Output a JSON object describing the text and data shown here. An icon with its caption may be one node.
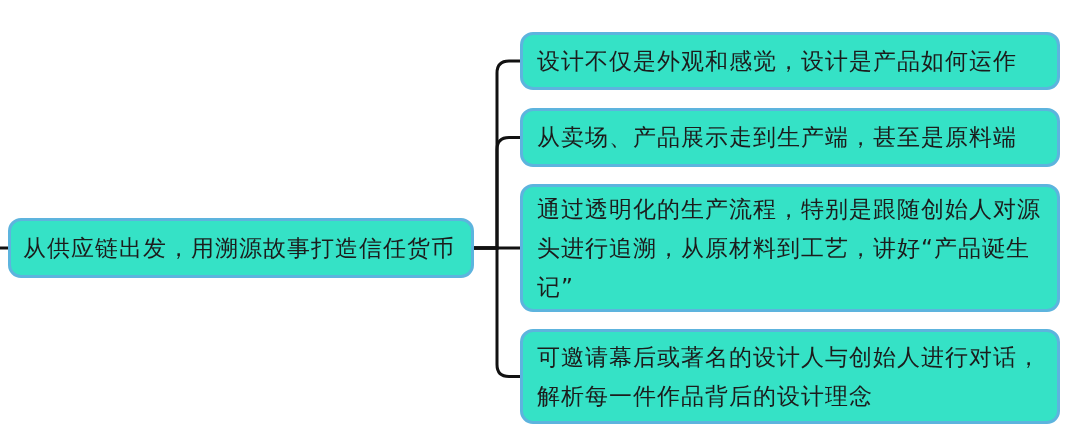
{
  "diagram": {
    "nodes": [
      {
        "text": [
          "从供应链出发，用溯源故事打造信任货币"
        ]
      },
      {
        "text": [
          "设计不仅是外观和感觉，设计是产品如何运作"
        ]
      },
      {
        "text": [
          "从卖场、产品展示走到生产端，甚至是原料端"
        ]
      },
      {
        "text": [
          "通过透明化的生产流程，特别是跟随创始人对源头进行追溯，从原材料到工艺，讲好“产品诞生记”"
        ]
      },
      {
        "text": [
          "可邀请幕后或著名的设计人与创始人进行对话，解析每一件作品背后的设计理念"
        ]
      }
    ],
    "edges": [
      {
        "from": null,
        "to": 0,
        "arrow": "none"
      },
      {
        "from": 0,
        "to": 1,
        "arrow": "none"
      },
      {
        "from": 0,
        "to": 2,
        "arrow": "none"
      },
      {
        "from": 0,
        "to": 3,
        "arrow": "none"
      },
      {
        "from": 0,
        "to": 4,
        "arrow": "none"
      }
    ]
  }
}
